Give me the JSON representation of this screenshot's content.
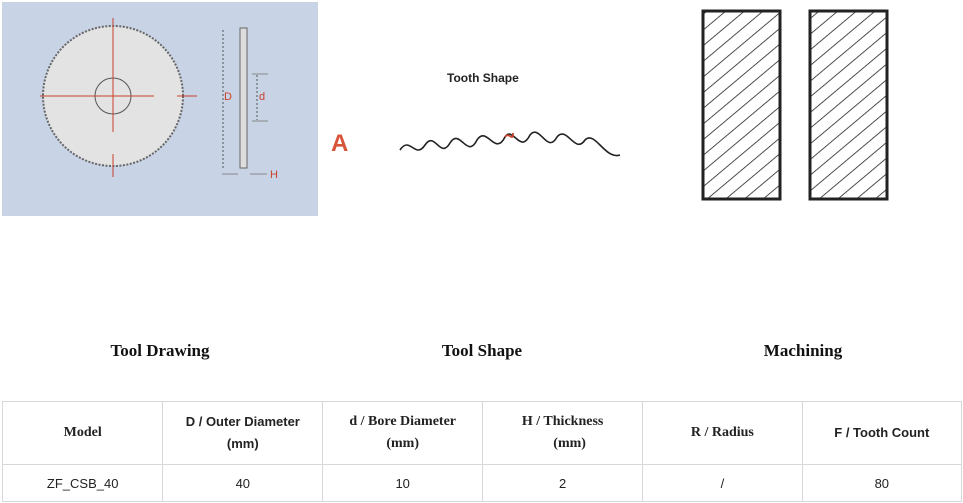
{
  "images": {
    "drawing": {
      "labels": {
        "D": "D",
        "d": "d",
        "H": "H"
      }
    },
    "shape": {
      "title": "Tooth Shape",
      "variant": "A"
    }
  },
  "captions": [
    "Tool Drawing",
    "Tool Shape",
    "Machining"
  ],
  "table": {
    "headers": [
      {
        "line1": "Model",
        "line2": ""
      },
      {
        "line1": "D / Outer Diameter",
        "line2": "(mm)"
      },
      {
        "line1": "d / Bore Diameter",
        "line2": "(mm)"
      },
      {
        "line1": "H / Thickness",
        "line2": "(mm)"
      },
      {
        "line1": "R / Radius",
        "line2": ""
      },
      {
        "line1": "F / Tooth Count",
        "line2": ""
      }
    ],
    "rows": [
      [
        "ZF_CSB_40",
        "40",
        "10",
        "2",
        "/",
        "80"
      ]
    ]
  },
  "colors": {
    "drawing_bg": "#c8d3e6",
    "accent_red": "#c9422b"
  }
}
